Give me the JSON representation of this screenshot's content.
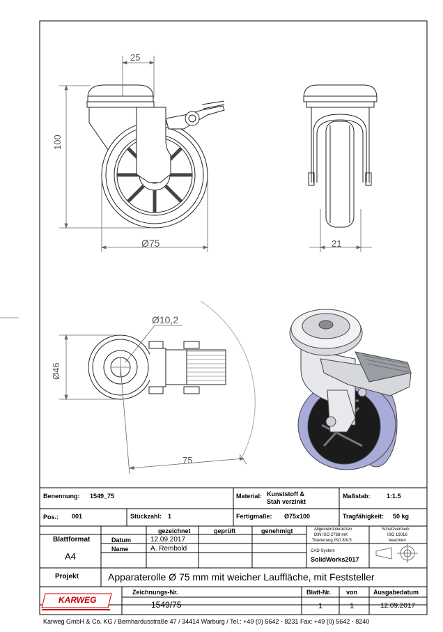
{
  "dimensions": {
    "top_offset": "25",
    "height": "100",
    "wheel_diameter": "Ø75",
    "width": "21",
    "hole_diameter": "Ø10,2",
    "plate_diameter": "Ø46",
    "swing_radius": "75"
  },
  "title_block": {
    "benennung_label": "Benennung:",
    "benennung_value": "1549_75",
    "material_label": "Material:",
    "material_value_1": "Kunststoff &",
    "material_value_2": "Stah verzinkt",
    "massstab_label": "Maßstab:",
    "massstab_value": "1:1.5",
    "pos_label": "Pos.:",
    "pos_value": "001",
    "stueckzahl_label": "Stückzahl:",
    "stueckzahl_value": "1",
    "fertigmasse_label": "Fertigmaße:",
    "fertigmasse_value": "Ø75x100",
    "tragfaehigkeit_label": "Tragfähigkeit:",
    "tragfaehigkeit_value": "50 kg",
    "blattformat_label": "Blattformat",
    "blattformat_value": "A4",
    "gezeichnet_label": "gezeichnet",
    "geprueft_label": "geprüft",
    "genehmigt_label": "genehmigt",
    "datum_label": "Datum",
    "datum_value": "12.09.2017",
    "name_label": "Name",
    "name_value": "A. Rembold",
    "toleranzen_1": "Allgemeintoleranzen",
    "toleranzen_2": "DIN ISO 2768-mK",
    "toleranzen_3": "Tolerierung ISO 8015",
    "schutz_1": "Schutzvermerk",
    "schutz_2": "ISO 16016",
    "schutz_3": "beachten",
    "cad_label": "CAD-System",
    "cad_value": "SolidWorks2017",
    "projekt_label": "Projekt",
    "projekt_value": "Apparaterolle Ø 75 mm mit weicher Lauffläche, mit Feststeller",
    "logo_text": "KARWEG",
    "zeichnungsnr_label": "Zeichnungs-Nr.",
    "zeichnungsnr_value": "1549/75",
    "blattnr_label": "Blatt-Nr.",
    "blattnr_value": "1",
    "von_label": "von",
    "von_value": "1",
    "ausgabedatum_label": "Ausgabedatum",
    "ausgabedatum_value": "12.09.2017"
  },
  "footer": "Karweg GmbH & Co. KG / Bernhardusstraße 47 / 34414 Warburg / Tel.: +49 (0) 5642 - 8231 Fax: +49 (0) 5642 - 8240"
}
